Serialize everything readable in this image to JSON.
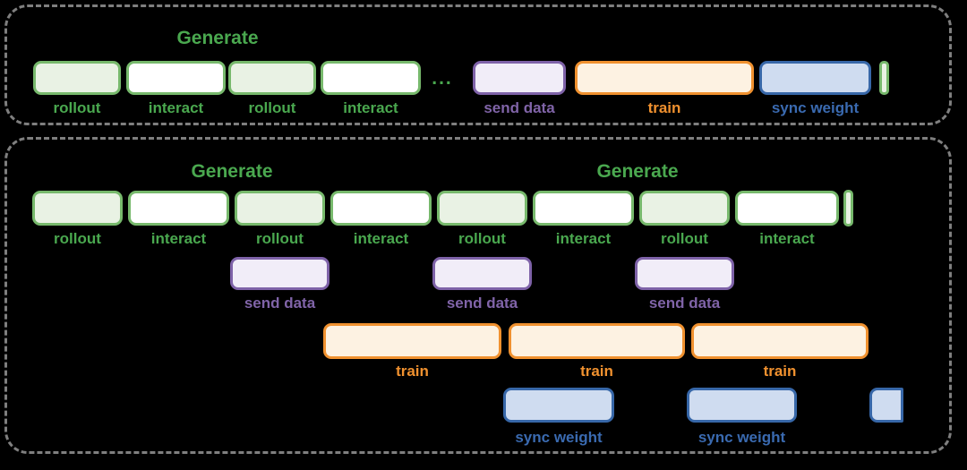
{
  "labels": {
    "generate": "Generate",
    "rollout": "rollout",
    "interact": "interact",
    "send_data": "send data",
    "train": "train",
    "sync_weight": "sync weight",
    "ellipsis": "..."
  },
  "colors": {
    "background": "#000000",
    "panel_border": "#7f7f7f",
    "green_border": "#77b96c",
    "green_fill": "#e9f2e4",
    "white_fill": "#ffffff",
    "green_text": "#4aa84f",
    "purple_border": "#7e62a8",
    "purple_fill": "#f1edf8",
    "purple_text": "#8064a8",
    "orange_border": "#f0912f",
    "orange_fill": "#fdf2e2",
    "orange_text": "#f0912f",
    "blue_border": "#3767a8",
    "blue_fill": "#cfdcf0",
    "blue_text": "#3a6ab0"
  },
  "sections": [
    {
      "name": "sequential pipeline",
      "generate_headers": [
        "Generate"
      ],
      "timeline": [
        "rollout",
        "interact",
        "rollout",
        "interact",
        "...",
        "send data",
        "train",
        "sync weight",
        "next-cycle-sliver"
      ]
    },
    {
      "name": "overlapped pipeline",
      "generate_headers": [
        "Generate",
        "Generate"
      ],
      "generate_row": [
        "rollout",
        "interact",
        "rollout",
        "interact",
        "rollout",
        "interact",
        "rollout",
        "interact",
        "next-cycle-sliver"
      ],
      "send_data_row": [
        "send data",
        "send data",
        "send data"
      ],
      "train_row": [
        "train",
        "train",
        "train"
      ],
      "sync_weight_row": [
        "sync weight",
        "sync weight",
        "partial-sync-weight"
      ]
    }
  ]
}
